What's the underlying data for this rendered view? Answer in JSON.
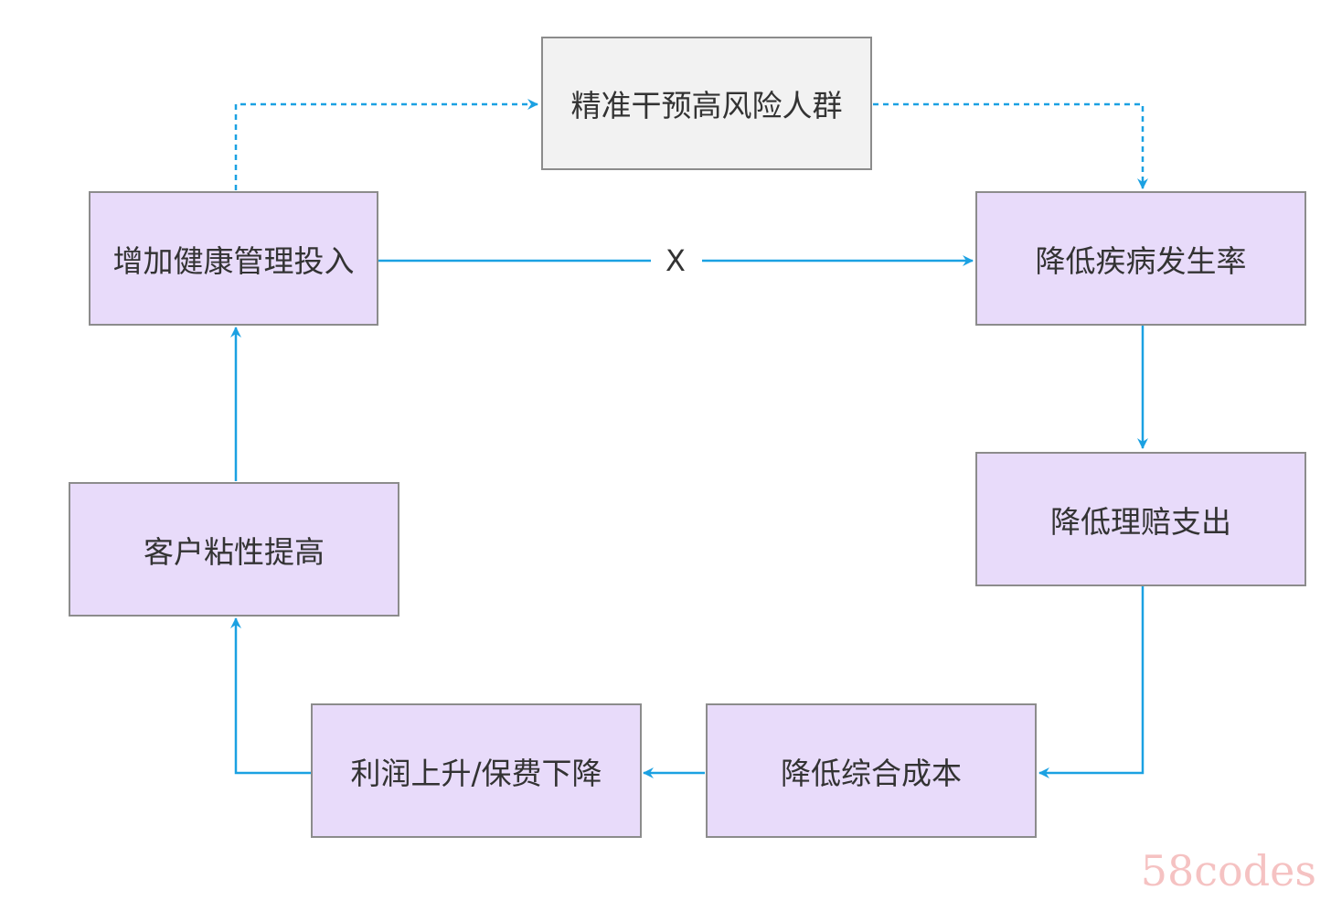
{
  "colors": {
    "node_fill": "#e8dbfa",
    "top_node_fill": "#f2f2f2",
    "border": "#8c8c8c",
    "arrow": "#1ba1e2",
    "text": "#333333",
    "watermark": "#f3b3b3"
  },
  "nodes": {
    "precise_intervention": "精准干预高风险人群",
    "increase_investment": "增加健康管理投入",
    "reduce_disease_rate": "降低疾病发生率",
    "reduce_claims": "降低理赔支出",
    "reduce_cost": "降低综合成本",
    "profit_premium": "利润上升/保费下降",
    "customer_stickiness": "客户粘性提高"
  },
  "edge_label": "X",
  "watermark": "58codes"
}
